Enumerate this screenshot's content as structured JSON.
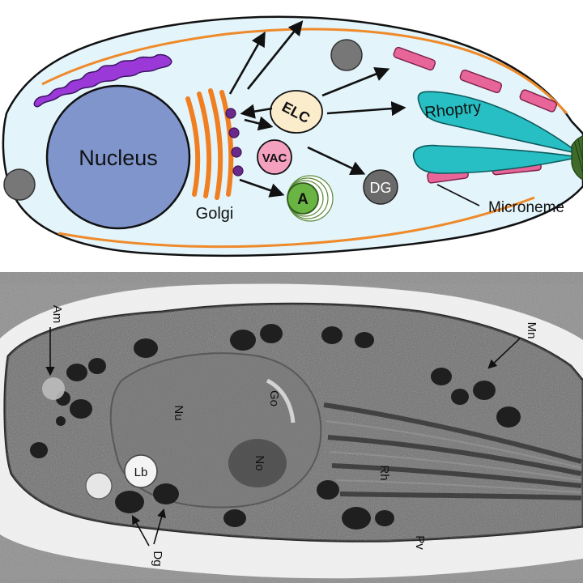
{
  "diagram": {
    "labels": {
      "nucleus": "Nucleus",
      "golgi": "Golgi",
      "elc": "ELC",
      "vac": "VAC",
      "apicoplast": "A",
      "dg": "DG",
      "rhoptry": "Rhoptry",
      "microneme": "Microneme"
    },
    "colors": {
      "cytoplasm": "#e3f4fb",
      "membrane": "#ee8a2a",
      "nucleus": "#7f95cc",
      "golgi": "#f07f22",
      "vesicle": "#6a2a8c",
      "elc": "#fbeccc",
      "vac": "#f4a1c0",
      "apicoplast": "#6ab443",
      "dense_granule": "#6a6a6a",
      "rhoptry": "#27bfc3",
      "microneme": "#e8659a",
      "conoid": "#3f6b2a"
    }
  },
  "micrograph": {
    "labels": {
      "am": "Am",
      "mn": "Mn",
      "nu": "Nu",
      "go": "Go",
      "no": "No",
      "rh": "Rh",
      "lb": "Lb",
      "dg": "Dg",
      "pv": "Pv"
    }
  }
}
